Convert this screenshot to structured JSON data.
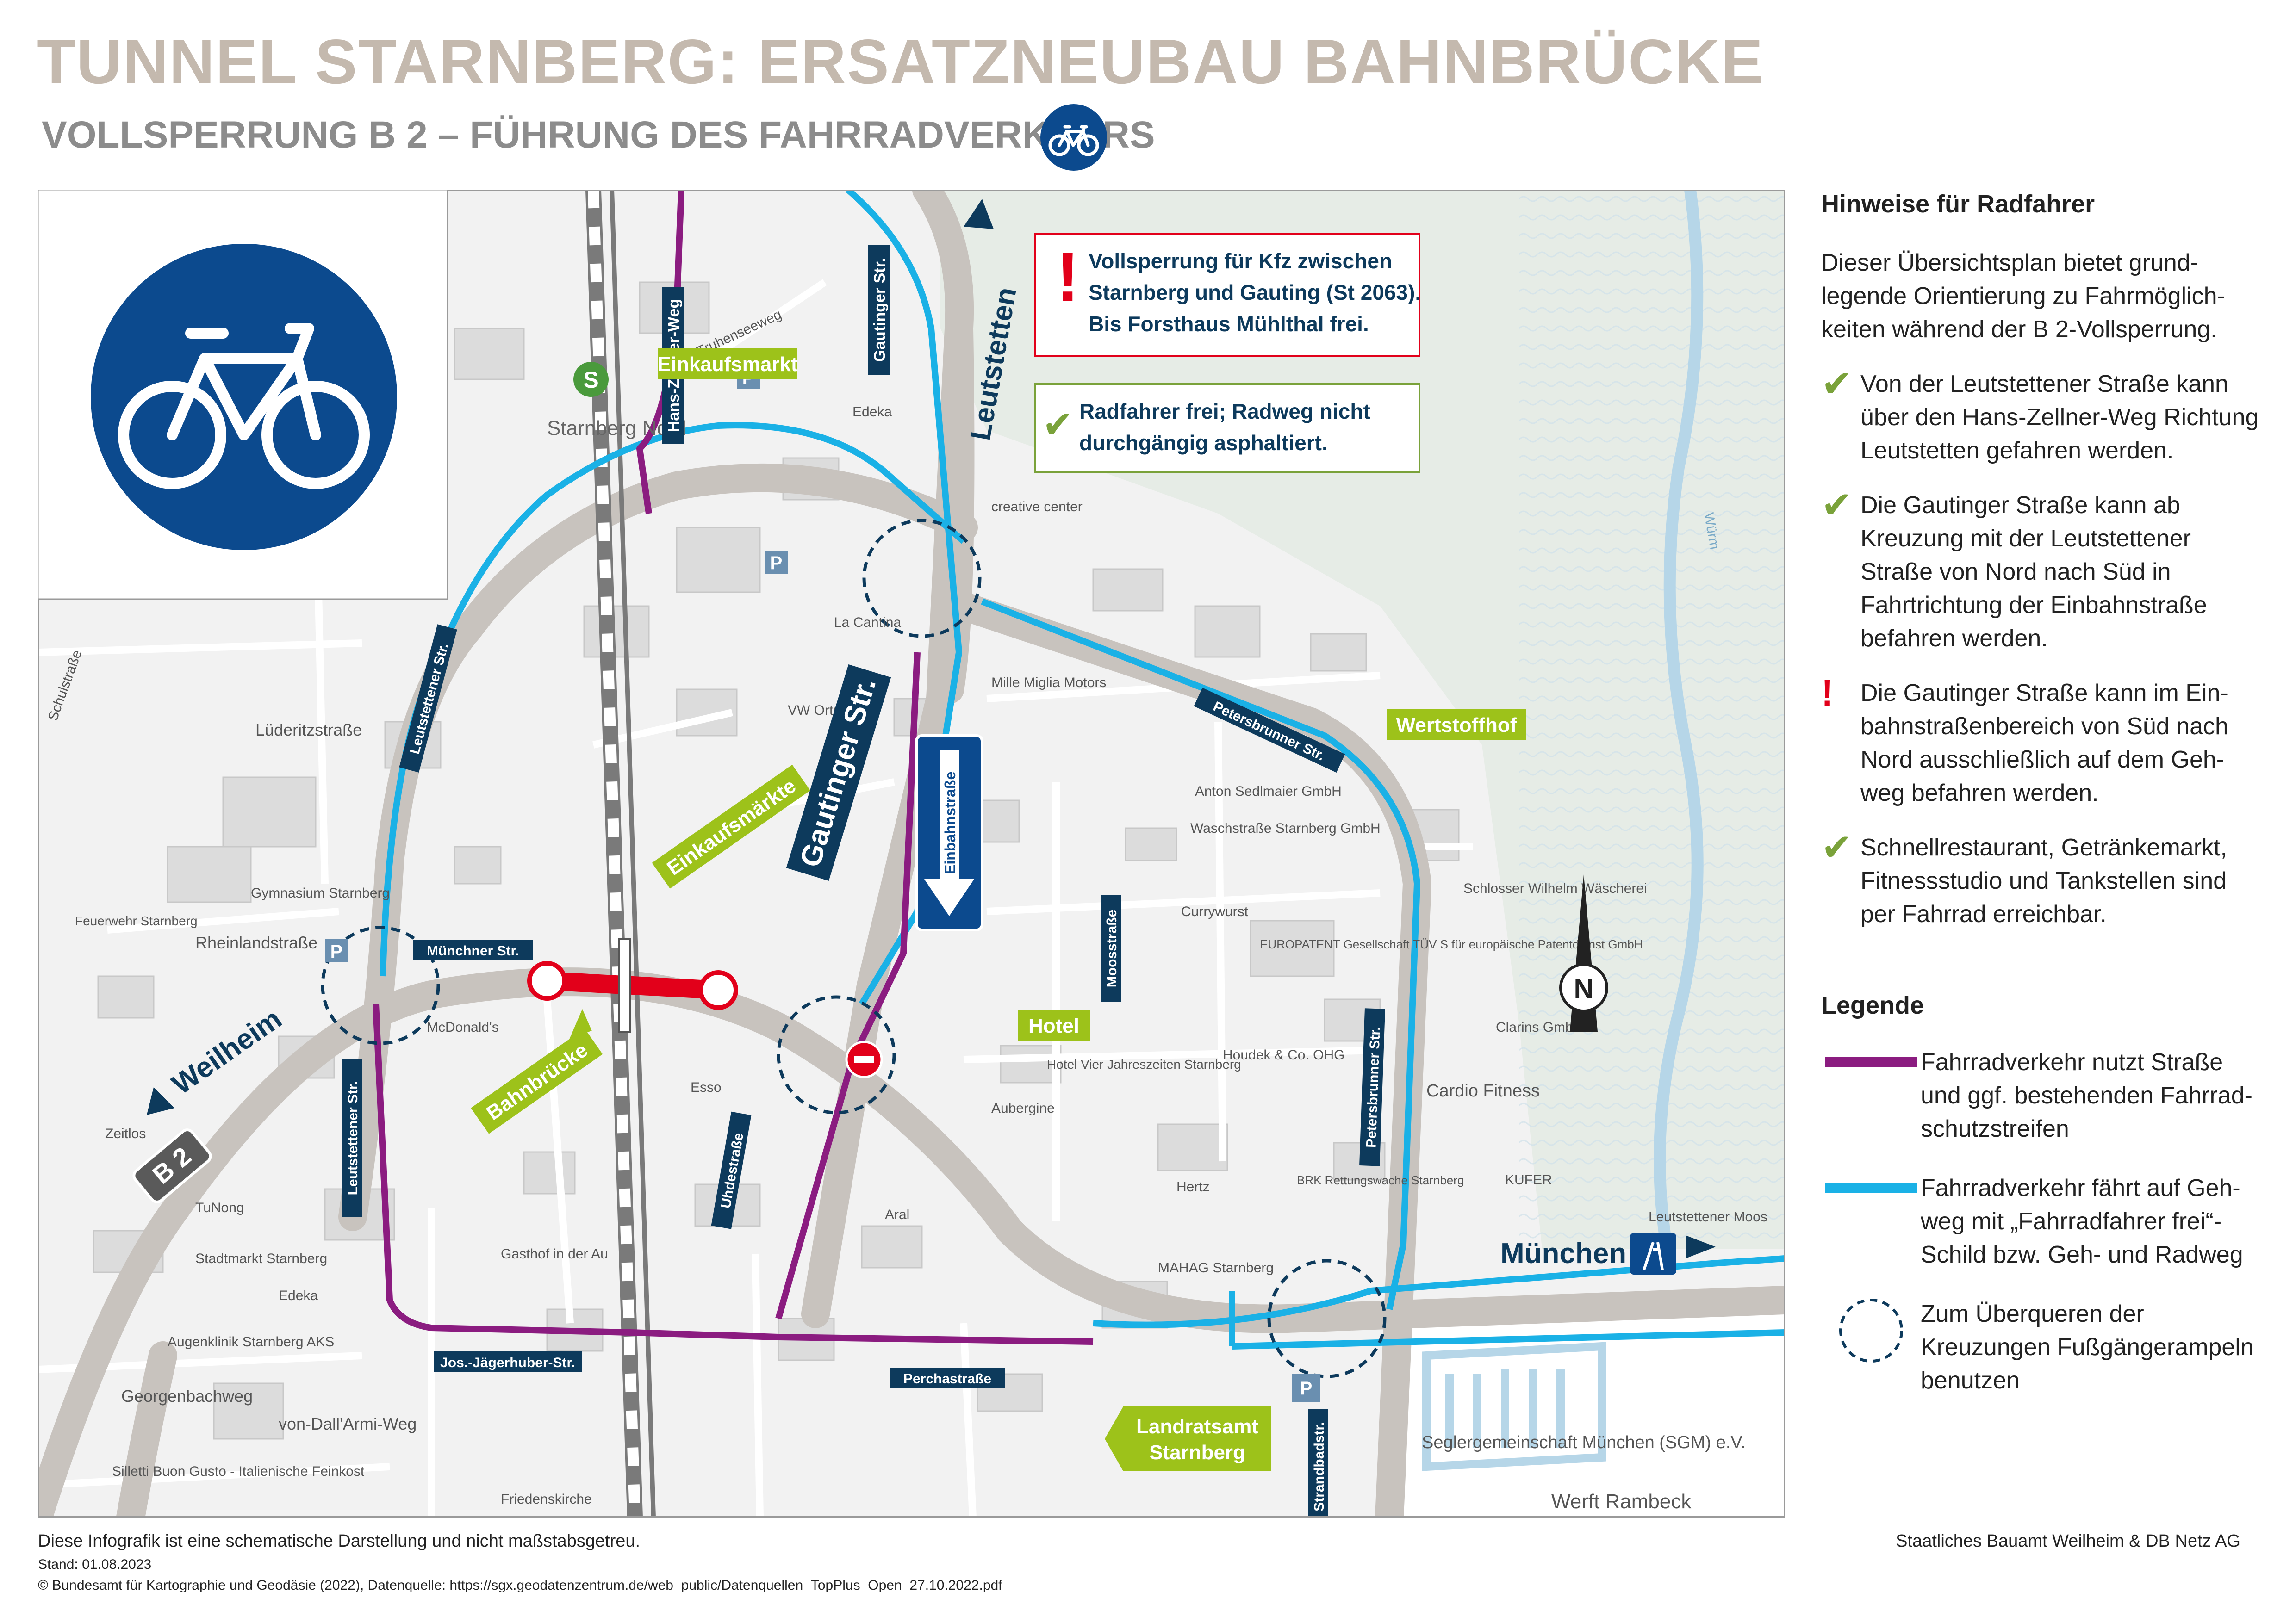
{
  "header": {
    "title": "TUNNEL STARNBERG: ERSATZNEUBAU BAHNBRÜCKE",
    "subtitle": "VOLLSPERRUNG B 2 – FÜHRUNG DES FAHRRADVERKEHRS"
  },
  "icons": {
    "bicycle_sign": "bicycle-icon",
    "check": "✔",
    "warning": "!",
    "north_arrow": "N"
  },
  "colors": {
    "purple_route": "#8b1c80",
    "blue_route": "#1ab1e6",
    "closed_section": "#e2001a",
    "label_green": "#9dc21a",
    "street_label": "#0d3a5c",
    "sign_blue": "#0c4a8e",
    "title_beige": "#c4b9ae"
  },
  "map": {
    "alert_closure": "Vollsperrung für Kfz zwischen Starnberg und Gauting (St 2063). Bis Forsthaus Mühlthal frei.",
    "alert_closure_lines": [
      "Vollsperrung für Kfz zwischen",
      "Starnberg und Gauting (St 2063).",
      "Bis Forsthaus Mühlthal frei."
    ],
    "alert_bike_lines": [
      "Radfahrer frei; Radweg nicht",
      "durchgängig asphaltiert."
    ],
    "places": {
      "einkaufsmarkt": "Einkaufsmarkt",
      "einkaufsmaerkte": "Einkaufsmärkte",
      "wertstoffhof": "Wertstoffhof",
      "hotel": "Hotel",
      "bahnbruecke": "Bahnbrücke",
      "landratsamt_1": "Landratsamt",
      "landratsamt_2": "Starnberg"
    },
    "streets": {
      "hans_zellner": "Hans-Zellner-Weg",
      "gautinger_small": "Gautinger Str.",
      "gautinger_big": "Gautinger Str.",
      "einbahnstrasse": "Einbahnstraße",
      "leutstettener_left": "Leutstettener Str.",
      "leutstettener_low": "Leutstettener Str.",
      "petersbrunner_top": "Petersbrunner Str.",
      "petersbrunner_right": "Petersbrunner Str.",
      "muenchner": "Münchner Str.",
      "uhdestrasse": "Uhdestraße",
      "jos_jaegerhuber": "Jos.-Jägerhuber-Str.",
      "perchastrasse": "Perchastraße",
      "strandbadstr": "Strandbadstr.",
      "moosstrasse": "Moosstraße"
    },
    "directions": {
      "leutstetten": "Leutstetten",
      "weilheim": "Weilheim",
      "muenchen": "München",
      "b2": "B 2"
    },
    "base_labels": {
      "starnberg_nord": "Starnberg Nord",
      "s_bahn": "S",
      "creative_center": "creative center",
      "la_cantina": "La Cantina",
      "mille_miglia": "Mille Miglia Motors",
      "vw_ortner": "VW Ortner",
      "cardio_fitness": "Cardio Fitness",
      "edeka_top": "Edeka",
      "truhenseeweg": "Truhenseeweg",
      "luederitzstrasse": "Lüderitzstraße",
      "rheinlandstrasse": "Rheinlandstraße",
      "gymnasium": "Gymnasium Starnberg",
      "mcdonalds": "McDonald's",
      "aubergine": "Aubergine",
      "hertz": "Hertz",
      "aral": "Aral",
      "esso": "Esso",
      "tunong": "TuNong",
      "zeitlos": "Zeitlos",
      "stadtmarkt": "Stadtmarkt Starnberg",
      "edeka_low": "Edeka",
      "augenklinik": "Augenklinik Starnberg AKS",
      "georgenbachweg": "Georgenbachweg",
      "von_dall_armi": "von-Dall'Armi-Weg",
      "silletti": "Silletti Buon Gusto - Italienische Feinkost",
      "friedenskirche": "Friedenskirche",
      "seglergemeinschaft": "Seglergemeinschaft München (SGM) e.V.",
      "werft_rambeck": "Werft Rambeck",
      "schlosser": "Schlosser Wilhelm Wäscherei",
      "clarins": "Clarins GmbH",
      "europatent": "EUROPATENT Gesellschaft TÜV S für europäische Patentdienst GmbH",
      "houdek": "Houdek & Co. OHG",
      "anton_sedlmaier": "Anton Sedlmaier GmbH",
      "waschstrasse": "Waschstraße Starnberg GmbH",
      "currywurst": "Currywurst",
      "hotel_vier": "Hotel Vier Jahreszeiten Starnberg",
      "mahag": "MAHAG Starnberg",
      "brk": "BRK Rettungswache Starnberg",
      "kufer": "KUFER",
      "gasthof": "Gasthof in der Au",
      "schulstrasse": "Schulstraße",
      "petersbrunner_small": "Petersbrunner Str.",
      "wurm": "Würm",
      "leutstettener_moos": "Leutstettener Moos",
      "feuerwehr": "Feuerwehr Starnberg"
    }
  },
  "sidebar": {
    "heading": "Hinweise für Radfahrer",
    "intro": "Dieser Übersichtsplan bietet grund-legende Orientierung zu Fahrmöglich-keiten während der B 2-Vollsperrung.",
    "notes": [
      {
        "icon": "✔",
        "kind": "check",
        "text": "Von der Leutstettener Straße kann über den Hans-Zellner-Weg Richtung Leutstetten gefahren werden."
      },
      {
        "icon": "✔",
        "kind": "check",
        "text": "Die Gautinger Straße kann ab Kreuzung mit der Leutstettener Straße von Nord nach Süd in Fahrtrichtung der Einbahnstraße befahren werden."
      },
      {
        "icon": "!",
        "kind": "warning",
        "text": "Die Gautinger Straße kann im Ein-bahnstraßenbereich von Süd nach Nord ausschließlich auf dem Geh-weg befahren werden."
      },
      {
        "icon": "✔",
        "kind": "check",
        "text": "Schnellrestaurant, Getränkemarkt, Fitnessstudio und Tankstellen sind per Fahrrad erreichbar."
      }
    ]
  },
  "legend": {
    "title": "Legende",
    "items": [
      {
        "symbol": "purple-line",
        "text": "Fahrradverkehr nutzt Straße und ggf. bestehenden Fahrrad-schutzstreifen"
      },
      {
        "symbol": "blue-line",
        "text": "Fahrradverkehr fährt auf Geh-weg mit „Fahrradfahrer frei“-Schild bzw. Geh- und Radweg"
      },
      {
        "symbol": "dashed-circle",
        "text": "Zum Überqueren der Kreuzungen Fußgängerampeln benutzen"
      }
    ]
  },
  "footer": {
    "disclaimer": "Diese Infografik ist eine schematische Darstellung und nicht maßstabsgetreu.",
    "stand": "Stand: 01.08.2023",
    "copyright": "© Bundesamt für Kartographie und Geodäsie (2022), Datenquelle: https://sgx.geodatenzentrum.de/web_public/Datenquellen_TopPlus_Open_27.10.2022.pdf",
    "credit": "Staatliches Bauamt Weilheim & DB Netz AG"
  }
}
